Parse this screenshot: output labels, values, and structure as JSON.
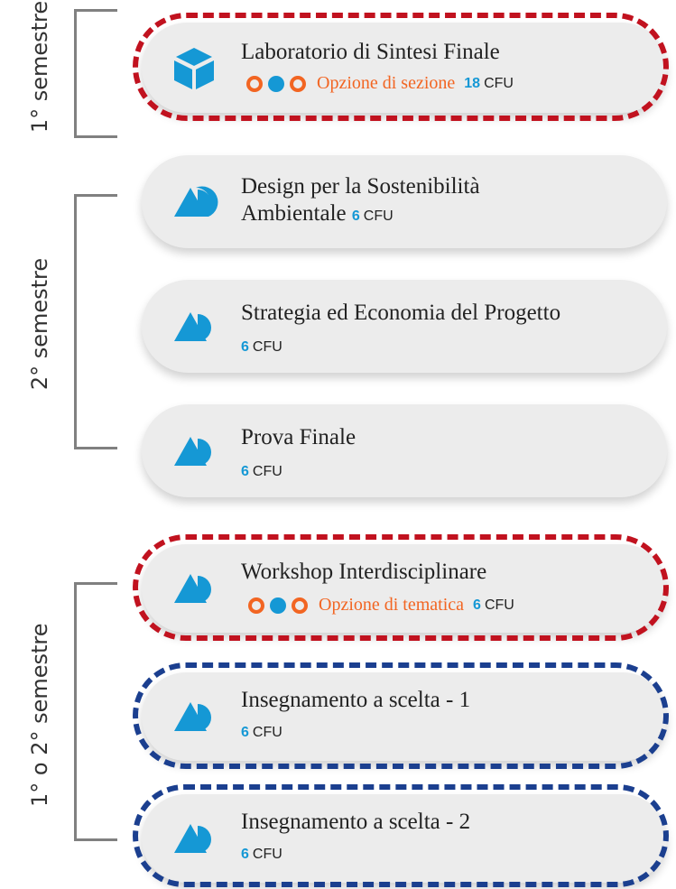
{
  "semesters": {
    "first": "1° semestre",
    "second": "2° semestre",
    "either": "1° o 2° semestre"
  },
  "colors": {
    "accent_blue": "#1598d5",
    "option_orange": "#f26522",
    "dashed_red": "#c1121f",
    "dashed_blue": "#1b3f8f"
  },
  "courses": [
    {
      "title": "Laboratorio di Sintesi Finale",
      "option": "Opzione di sezione",
      "cfu": "18",
      "cfu_unit": "CFU",
      "icon": "cube-icon"
    },
    {
      "title_line1": "Design per la Sostenibilità",
      "title_line2": "Ambientale",
      "cfu": "6",
      "cfu_unit": "CFU",
      "icon": "shapes-icon"
    },
    {
      "title": "Strategia ed Economia del Progetto",
      "cfu": "6",
      "cfu_unit": "CFU",
      "icon": "shapes-icon"
    },
    {
      "title": "Prova Finale",
      "cfu": "6",
      "cfu_unit": "CFU",
      "icon": "shapes-icon"
    },
    {
      "title": "Workshop Interdisciplinare",
      "option": "Opzione di tematica",
      "cfu": "6",
      "cfu_unit": "CFU",
      "icon": "shapes-icon"
    },
    {
      "title": "Insegnamento a scelta - 1",
      "cfu": "6",
      "cfu_unit": "CFU",
      "icon": "shapes-icon"
    },
    {
      "title": "Insegnamento a scelta - 2",
      "cfu": "6",
      "cfu_unit": "CFU",
      "icon": "shapes-icon"
    }
  ]
}
